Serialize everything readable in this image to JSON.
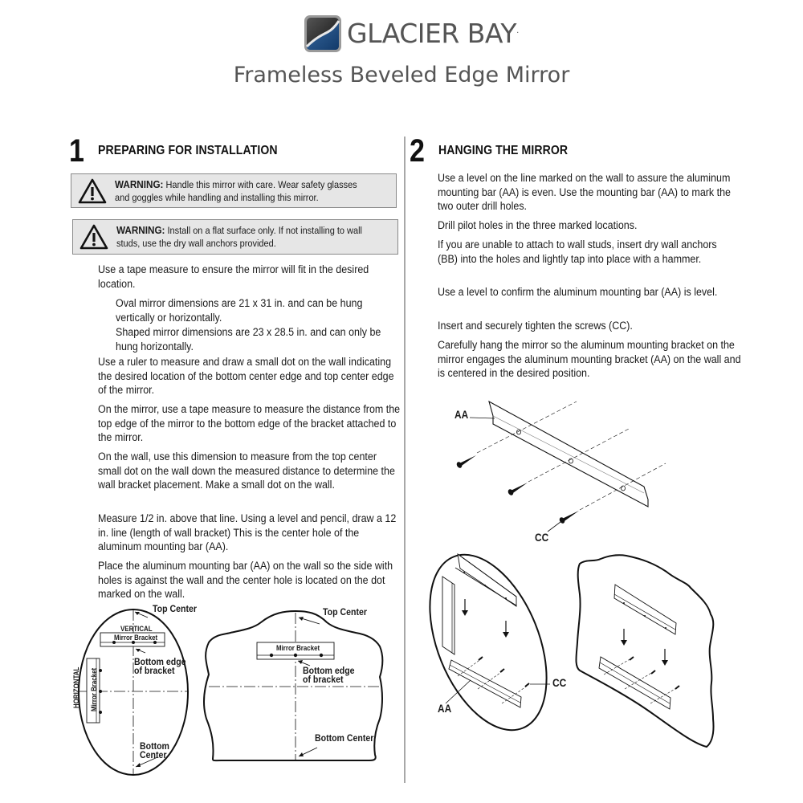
{
  "header": {
    "brand": "GLACIER BAY",
    "brand_mark": ".",
    "logo_icon": "glacier-bay-logo",
    "title": "Frameless Beveled Edge Mirror"
  },
  "section1": {
    "number": "1",
    "title": "PREPARING FOR INSTALLATION",
    "warnings": [
      {
        "label": "WARNING:",
        "text": " Handle this mirror with care. Wear safety glasses and goggles while handling and installing this mirror."
      },
      {
        "label": "WARNING:",
        "text": " Install on a flat surface only. If not installing to wall studs, use the dry wall anchors provided."
      }
    ],
    "paragraphs": [
      "Use a tape measure to ensure the mirror will fit in the desired location.",
      "Oval mirror dimensions are 21 x 31 in. and can be hung vertically or horizontally.",
      "Shaped mirror dimensions are 23 x 28.5 in. and can only be hung horizontally.",
      "Use a ruler to measure and draw a small dot on the wall indicating the desired location of the bottom center edge and top center edge of the mirror.",
      "On the mirror, use a tape measure to measure the distance from the top edge of the mirror to the bottom edge of the bracket attached to the mirror.",
      "On the wall, use this dimension to measure from the top center small dot on the wall down the measured distance to determine the wall bracket placement. Make a small dot on the wall.",
      "Measure 1/2 in. above that line. Using a level and pencil, draw a 12 in. line (length of wall bracket)  This is the center hole of the aluminum mounting bar (AA).",
      "Place the aluminum mounting bar (AA) on the wall so the side with holes is against the wall and the center hole is located on the dot marked on the wall."
    ],
    "oval_diagram": {
      "top_center": "Top Center",
      "vertical": "VERTICAL",
      "mirror_bracket": "Mirror Bracket",
      "bottom_edge": "Bottom edge",
      "of_bracket": "of bracket",
      "horizontal": "HORIZONTAL",
      "bottom": "Bottom",
      "center": "Center"
    },
    "shaped_diagram": {
      "top_center": "Top Center",
      "mirror_bracket": "Mirror Bracket",
      "bottom_edge": "Bottom edge",
      "of_bracket": "of bracket",
      "bottom_center": "Bottom Center"
    }
  },
  "section2": {
    "number": "2",
    "title": "HANGING THE MIRROR",
    "paragraphs": [
      "Use a level on the line marked on the wall to assure the aluminum mounting bar (AA) is even. Use the mounting bar (AA) to mark the two outer drill holes.",
      "Drill pilot holes in the three marked locations.",
      "If you are unable to attach to wall studs, insert dry wall anchors (BB) into the holes and lightly tap into place with a hammer.",
      "Use a level to confirm the aluminum mounting bar (AA) is level.",
      "Insert and securely tighten the screws (CC).",
      "Carefully hang the mirror so the aluminum mounting bracket on the mirror engages the aluminum mounting bracket (AA) on the wall and is centered in the desired position."
    ],
    "bar_diagram": {
      "aa": "AA",
      "cc": "CC"
    },
    "hang_diagram": {
      "aa": "AA",
      "cc": "CC"
    }
  }
}
